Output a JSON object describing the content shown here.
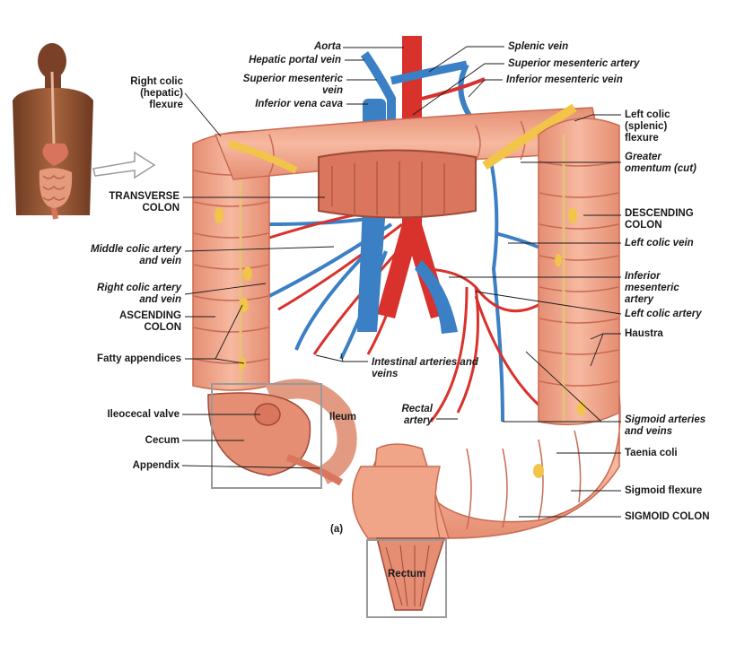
{
  "figure_tag": "(a)",
  "labels": {
    "aorta": "Aorta",
    "hepatic_portal_vein": "Hepatic portal vein",
    "superior_mesenteric_vein": "Superior mesenteric vein",
    "inferior_vena_cava": "Inferior vena cava",
    "splenic_vein": "Splenic vein",
    "superior_mesenteric_artery": "Superior mesenteric artery",
    "inferior_mesenteric_vein": "Inferior mesenteric vein",
    "right_colic_flexure": "Right colic (hepatic) flexure",
    "left_colic_flexure": "Left colic (splenic) flexure",
    "greater_omentum": "Greater omentum (cut)",
    "transverse_colon": "TRANSVERSE COLON",
    "descending_colon": "DESCENDING COLON",
    "left_colic_vein": "Left colic vein",
    "middle_colic": "Middle colic artery and vein",
    "inferior_mesenteric_artery": "Inferior mesenteric artery",
    "right_colic": "Right colic artery and vein",
    "ascending_colon": "ASCENDING COLON",
    "left_colic_artery": "Left colic artery",
    "haustra": "Haustra",
    "fatty_appendices": "Fatty appendices",
    "intestinal_arteries": "Intestinal arteries and veins",
    "ileocecal_valve": "Ileocecal valve",
    "ileum": "Ileum",
    "rectal_artery": "Rectal artery",
    "sigmoid_arteries": "Sigmoid arteries and veins",
    "cecum": "Cecum",
    "taenia_coli": "Taenia coli",
    "appendix": "Appendix",
    "sigmoid_flexure": "Sigmoid flexure",
    "sigmoid_colon": "SIGMOID COLON",
    "rectum": "Rectum"
  },
  "colors": {
    "colon": "#f0a488",
    "colon_dark": "#d9765d",
    "artery": "#d9312b",
    "vein": "#3b7fc4",
    "fat": "#f2c44a",
    "skin": "#9b5a3c"
  }
}
